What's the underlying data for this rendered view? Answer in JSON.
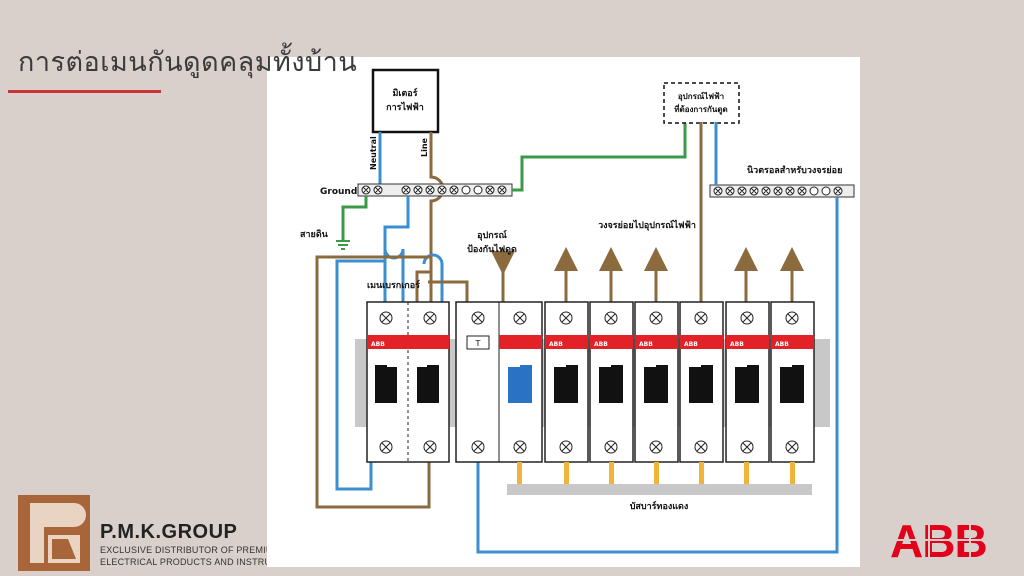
{
  "slide": {
    "title": "การต่อเมนกันดูดคลุมทั้งบ้าน",
    "accent_color": "#c8343a",
    "background_color": "#d9d0cc"
  },
  "diagram": {
    "meter": {
      "line1": "มิเตอร์",
      "line2": "การไฟฟ้า"
    },
    "neutral_label": "Neutral",
    "line_label": "Line",
    "ground_label": "Ground",
    "earth_label": "สายดิน",
    "protected_device": {
      "line1": "อุปกรณ์ไฟฟ้า",
      "line2": "ที่ต้องการกันดูด"
    },
    "neutral_bar_label": "นิวตรอลสำหรับวงจรย่อย",
    "rcd_label": {
      "line1": "อุปกรณ์",
      "line2": "ป้องกันไฟดูด"
    },
    "branch_label": "วงจรย่อยไปอุปกรณ์ไฟฟ้า",
    "main_breaker_label": "เมนเบรกเกอร์",
    "busbar_label": "บัสบาร์ทองแดง",
    "breaker_brand": "ABB",
    "rcd_test_button": "T",
    "colors": {
      "neutral": "#3b8fd1",
      "line": "#8b6a3e",
      "ground": "#3a9a4a",
      "breaker_red": "#e32228",
      "busbar_gray": "#c8c8c8"
    }
  },
  "branding": {
    "company": "P.M.K.GROUP",
    "tagline1": "EXCLUSIVE DISTRIBUTOR OF PREMIUM",
    "tagline2": "ELECTRICAL PRODUCTS AND INSTRUMENTS",
    "logo_color": "#a9653a",
    "abb_logo": "ABB",
    "abb_color": "#e2001a"
  }
}
